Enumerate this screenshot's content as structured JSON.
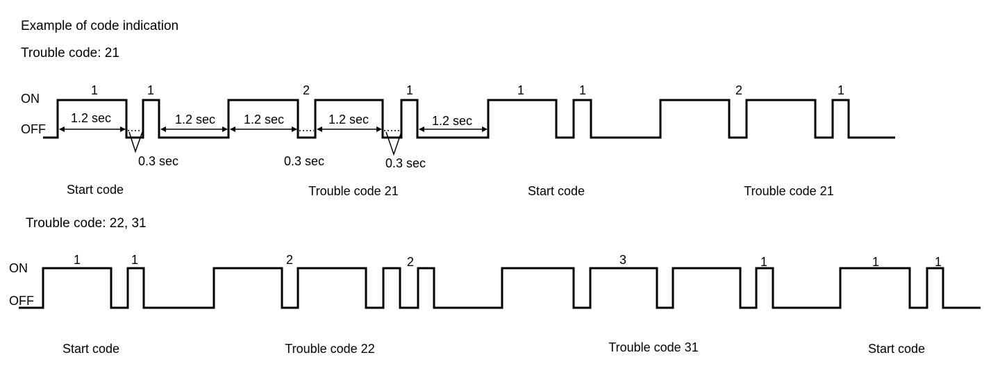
{
  "title": "Example of code indication",
  "section1": {
    "heading": "Trouble code: 21",
    "on_label": "ON",
    "off_label": "OFF",
    "pulse_counts": [
      "1",
      "1",
      "2",
      "1",
      "1",
      "1",
      "2",
      "1"
    ],
    "durations": {
      "long_a": "1.2 sec",
      "long_b": "1.2 sec",
      "long_c": "1.2 sec",
      "long_d": "1.2 sec",
      "long_e": "1.2 sec",
      "short_a": "0.3 sec",
      "short_b": "0.3 sec",
      "short_c": "0.3 sec"
    },
    "captions": [
      "Start code",
      "Trouble code 21",
      "Start code",
      "Trouble code 21"
    ]
  },
  "section2": {
    "heading": "Trouble code: 22, 31",
    "on_label": "ON",
    "off_label": "OFF",
    "pulse_counts": [
      "1",
      "1",
      "2",
      "2",
      "3",
      "1",
      "1",
      "1"
    ],
    "captions": [
      "Start code",
      "Trouble code 22",
      "Trouble code 31",
      "Start code"
    ]
  }
}
